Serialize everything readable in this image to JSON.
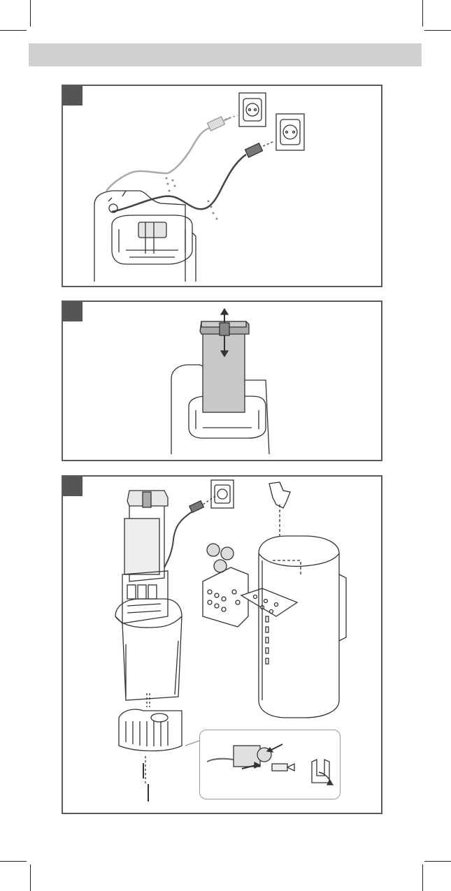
{
  "page": {
    "header_band": {
      "color": "#d0d0d0"
    },
    "panels": [
      {
        "id": "panel-1",
        "description_name": "power-disconnect-step"
      },
      {
        "id": "panel-2",
        "description_name": "cartridge-removal-step"
      },
      {
        "id": "panel-3",
        "description_name": "disassembly-step"
      }
    ]
  },
  "colors": {
    "frame": "#5a5a5a",
    "tab": "#555555",
    "line": "#333333",
    "fill_gray": "#c8c8c8"
  }
}
